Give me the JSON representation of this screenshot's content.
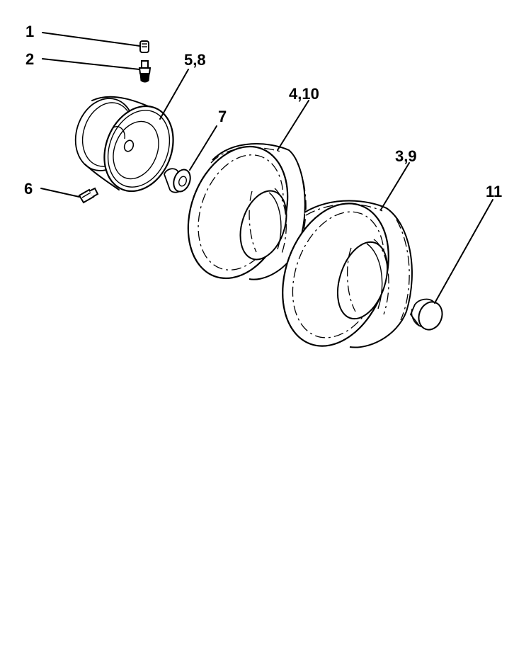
{
  "callouts": {
    "valve_cap": "1",
    "valve_stem": "2",
    "wheel_rim": "5,8",
    "grease_fitting": "6",
    "bushing": "7",
    "front_tire": "4,10",
    "rear_tire": "3,9",
    "hub_cap": "11"
  },
  "colors": {
    "ink": "#000000",
    "paper": "#ffffff"
  }
}
